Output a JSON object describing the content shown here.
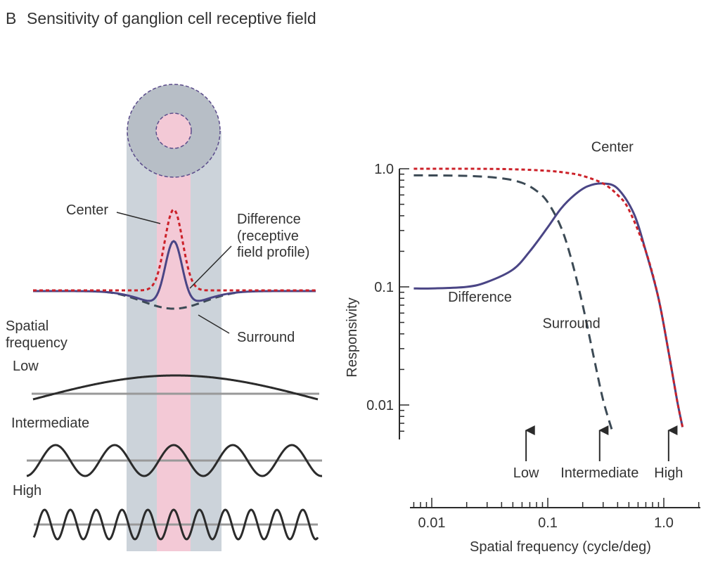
{
  "figure": {
    "panel_letter": "B",
    "title": "Sensitivity of ganglion cell receptive field"
  },
  "left_panel": {
    "labels": {
      "center": "Center",
      "difference_line1": "Difference",
      "difference_line2": "(receptive",
      "difference_line3": "field profile)",
      "surround": "Surround",
      "spatial_line1": "Spatial",
      "spatial_line2": "frequency",
      "low": "Low",
      "intermediate": "Intermediate",
      "high": "High"
    },
    "gratings": [
      {
        "name": "Low",
        "cycles": 0.5
      },
      {
        "name": "Intermediate",
        "cycles": 5
      },
      {
        "name": "High",
        "cycles": 11
      }
    ],
    "colors": {
      "surround_fill": "#ccd3da",
      "surround_ring": "#b7bec6",
      "center_fill": "#f3c9d6",
      "ring_dash": "#5a4b8a",
      "center_curve": "#cc2129",
      "difference_curve": "#4a4585",
      "surround_curve": "#3c4a55",
      "grating": "#2b2b2b",
      "baseline": "#999999"
    }
  },
  "chart_data": {
    "type": "line",
    "xlabel": "Spatial frequency (cycle/deg)",
    "ylabel": "Responsivity",
    "xscale": "log",
    "yscale": "log",
    "xlim": [
      0.006,
      1.8
    ],
    "ylim": [
      0.005,
      1.0
    ],
    "xticks": [
      0.01,
      0.1,
      1.0
    ],
    "xtick_labels": [
      "0.01",
      "0.1",
      "1.0"
    ],
    "yticks": [
      0.01,
      0.1,
      1.0
    ],
    "ytick_labels": [
      "0.01",
      "0.1",
      "1.0"
    ],
    "grid": false,
    "series": [
      {
        "name": "Center",
        "style": "dotted",
        "color": "#cc2129",
        "x": [
          0.007,
          0.02,
          0.05,
          0.1,
          0.15,
          0.2,
          0.3,
          0.4,
          0.5,
          0.7,
          0.9,
          1.1,
          1.3,
          1.45
        ],
        "y": [
          1.0,
          1.0,
          0.99,
          0.96,
          0.92,
          0.87,
          0.75,
          0.6,
          0.45,
          0.2,
          0.08,
          0.028,
          0.011,
          0.0065
        ]
      },
      {
        "name": "Surround",
        "style": "dashed",
        "color": "#3c4a55",
        "x": [
          0.007,
          0.02,
          0.04,
          0.06,
          0.08,
          0.1,
          0.13,
          0.16,
          0.2,
          0.25,
          0.3,
          0.36
        ],
        "y": [
          0.88,
          0.87,
          0.83,
          0.76,
          0.65,
          0.52,
          0.32,
          0.17,
          0.07,
          0.025,
          0.011,
          0.006
        ]
      },
      {
        "name": "Difference",
        "style": "solid",
        "color": "#4a4585",
        "x": [
          0.007,
          0.01,
          0.02,
          0.03,
          0.05,
          0.07,
          0.1,
          0.13,
          0.17,
          0.22,
          0.3,
          0.4,
          0.55,
          0.7,
          0.9,
          1.1,
          1.3,
          1.45
        ],
        "y": [
          0.097,
          0.097,
          0.1,
          0.11,
          0.14,
          0.2,
          0.32,
          0.46,
          0.6,
          0.71,
          0.75,
          0.68,
          0.42,
          0.2,
          0.08,
          0.028,
          0.011,
          0.0065
        ]
      }
    ],
    "annotations": [
      {
        "text": "Center",
        "x": 0.36,
        "y": 1.4
      },
      {
        "text": "Difference",
        "x": 0.026,
        "y": 0.075
      },
      {
        "text": "Surround",
        "x": 0.16,
        "y": 0.045
      }
    ],
    "frequency_markers": [
      {
        "label": "Low",
        "x": 0.065
      },
      {
        "label": "Intermediate",
        "x": 0.28
      },
      {
        "label": "High",
        "x": 1.1
      }
    ]
  }
}
